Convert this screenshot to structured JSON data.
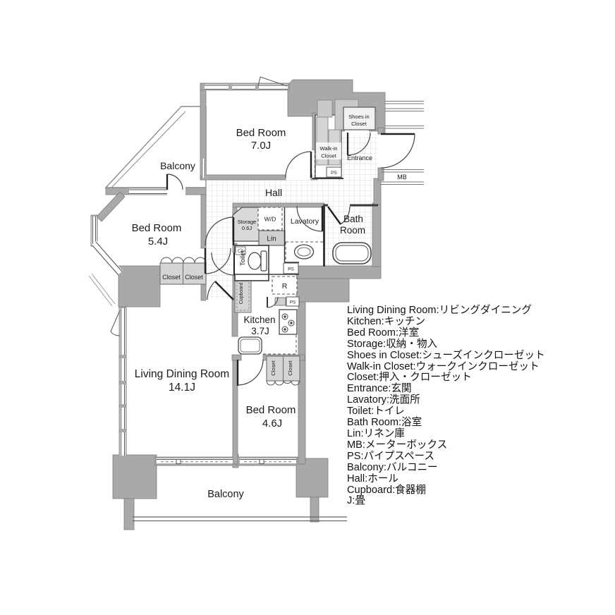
{
  "rooms": {
    "bedroom7": {
      "name": "Bed Room",
      "size": "7.0J"
    },
    "bedroom5": {
      "name": "Bed Room",
      "size": "5.4J"
    },
    "bedroom4": {
      "name": "Bed Room",
      "size": "4.6J"
    },
    "living": {
      "name": "Living Dining Room",
      "size": "14.1J"
    },
    "kitchen": {
      "name": "Kitchen",
      "size": "3.7J"
    },
    "storage": {
      "name": "Storage",
      "size": "0.6J"
    },
    "hall": "Hall",
    "balcony": "Balcony",
    "bath_line1": "Bath",
    "bath_line2": "Room",
    "lavatory": "Lavatory",
    "toilet": "Toilet",
    "entrance": "Entrance",
    "wic_line1": "Walk-in",
    "wic_line2": "Closet",
    "sic_line1": "Shoes in",
    "sic_line2": "Closet",
    "wd": "W/D",
    "lin": "Lin",
    "mb": "MB",
    "ps": "PS",
    "r": "R",
    "cupboard": "Cupboard",
    "closet": "Closet"
  },
  "legend": {
    "items": [
      "Living Dining Room:リビングダイニング",
      "Kitchen:キッチン",
      "Bed Room:洋室",
      "Storage:収納・物入",
      "Shoes in Closet:シューズインクローゼット",
      "Walk-in Closet:ウォークインクローゼット",
      "Closet:押入・クローゼット",
      "Entrance:玄関",
      "Lavatory:洗面所",
      "Toilet:トイレ",
      "Bath Room:浴室",
      "Lin:リネン庫",
      "MB:メーターボックス",
      "PS:パイプスペース",
      "Balcony:バルコニー",
      "Hall:ホール",
      "Cupboard:食器棚",
      "J:畳"
    ]
  },
  "colors": {
    "wall_fill": "#a9a9a9",
    "wall_outline": "#7d7d7d",
    "closet_fill": "#d5d5d5",
    "grid_line": "#dcdcdc",
    "text": "#1a1a1a"
  }
}
